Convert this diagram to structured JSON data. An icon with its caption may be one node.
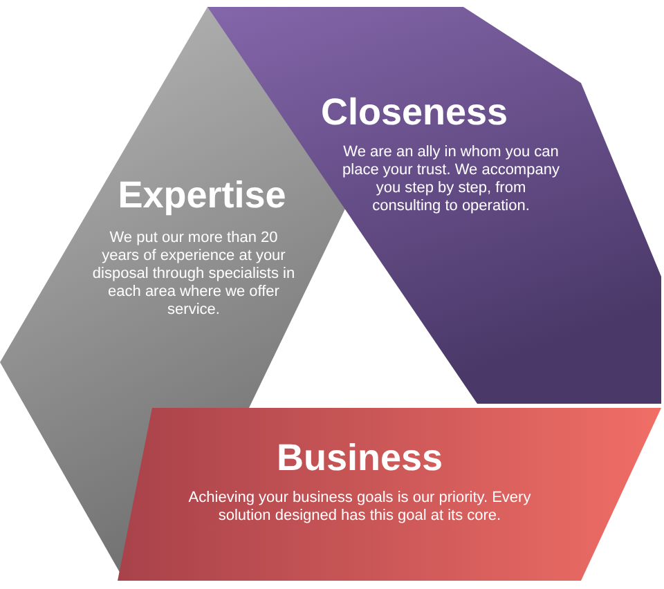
{
  "diagram": {
    "nodes": [
      {
        "text": [
          "Closeness",
          "We are an ally in whom you can place your trust. We accompany you step by step, from consulting to operation."
        ]
      },
      {
        "text": [
          "Expertise",
          "We put our more than 20 years of experience at your disposal through specialists in each area where we offer service."
        ]
      },
      {
        "text": [
          "Business",
          "Achieving your business goals is our priority. Every solution designed has this goal at its core."
        ]
      }
    ]
  }
}
